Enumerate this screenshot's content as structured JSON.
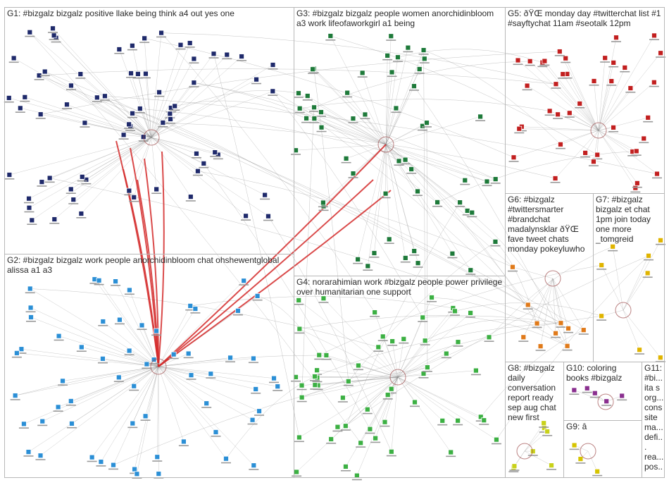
{
  "colors": {
    "background": "#ffffff",
    "group_border": "#b8b8b8",
    "edge": "#8a8a8a",
    "edge_strong": "#d42a2a",
    "label": "#2a2a2a"
  },
  "groups": [
    {
      "id": "g1",
      "label": "G1: #bizgalz bizgalz positive llake being think a4 out yes one",
      "node_color": "#1f2a6b",
      "node_count": 70
    },
    {
      "id": "g2",
      "label": "G2: #bizgalz bizgalz work people anorchidinbloom chat ohshewentglobal alissa a1 a3",
      "node_color": "#2b8fd6",
      "node_count": 60
    },
    {
      "id": "g3",
      "label": "G3: #bizgalz bizgalz people women anorchidinbloom a3 work lifeofaworkgirl a1 being",
      "node_color": "#1e7a3a",
      "node_count": 55
    },
    {
      "id": "g4",
      "label": "G4: norarahimian work #bizgalz people power privilege over humanitarian one support",
      "node_color": "#3cb043",
      "node_count": 55
    },
    {
      "id": "g5",
      "label": "G5: ðŸŒ monday day #twitterchat list #1 #sayftychat 11am #seotalk 12pm",
      "node_color": "#c21f1f",
      "node_count": 40
    },
    {
      "id": "g6",
      "label": "G6: #bizgalz #twittersmarter #brandchat madalynsklar ðŸŒ fave tweet chats monday pokeyluwho",
      "node_color": "#e07a1a",
      "node_count": 10
    },
    {
      "id": "g7",
      "label": "G7: #bizgalz bizgalz et chat 1pm join today one more _tomgreid",
      "node_color": "#e0b400",
      "node_count": 8
    },
    {
      "id": "g8",
      "label": "G8: #bizgalz daily conversation report ready sep aug chat new first",
      "node_color": "#c9d21a",
      "node_count": 7
    },
    {
      "id": "g9",
      "label": "G9: â",
      "node_color": "#d6c400",
      "node_count": 3
    },
    {
      "id": "g10",
      "label": "G10: coloring books #bizgalz",
      "node_color": "#8a2f8f",
      "node_count": 5
    },
    {
      "id": "g11",
      "label": "G11: #bi... ita s org... cons site ma... defi... rea... pos...",
      "node_color": "#4a4a4a",
      "node_count": 0
    }
  ]
}
